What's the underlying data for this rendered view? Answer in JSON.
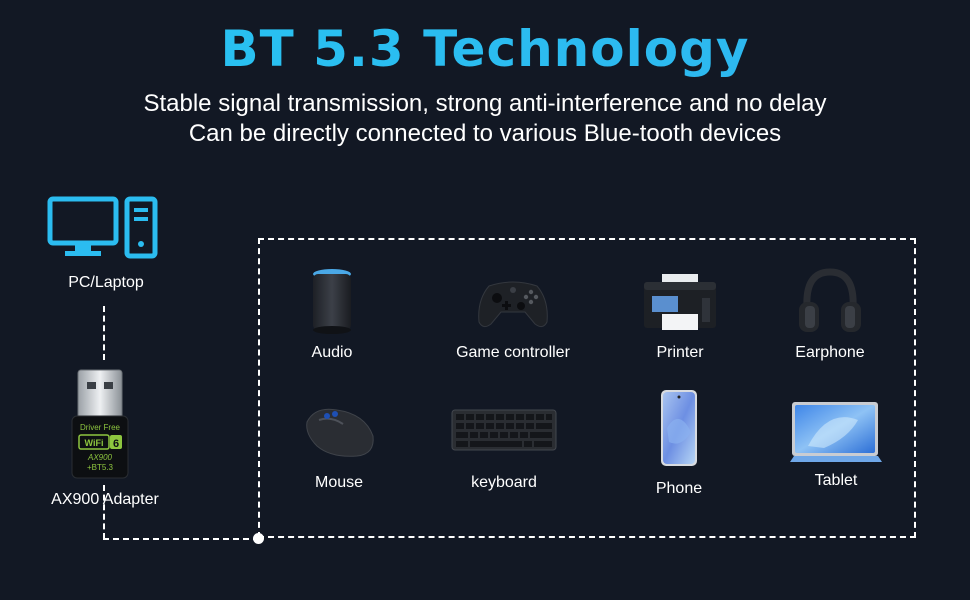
{
  "title": "BT 5.3  Technology",
  "subtitle_line1": "Stable signal transmission, strong anti-interference and no delay",
  "subtitle_line2": "Can be directly connected to various Blue-tooth devices",
  "pc_label": "PC/Laptop",
  "adapter_label": "AX900 Adapter",
  "adapter_text": {
    "driver": "Driver Free",
    "wifi": "WiFi",
    "six": "6",
    "model": "AX900",
    "bt": "+BT5.3"
  },
  "devices": [
    {
      "label": "Audio",
      "icon": "smart-speaker-icon"
    },
    {
      "label": "Game controller",
      "icon": "gamepad-icon"
    },
    {
      "label": "Printer",
      "icon": "printer-icon"
    },
    {
      "label": "Earphone",
      "icon": "headphones-icon"
    },
    {
      "label": "Mouse",
      "icon": "mouse-icon"
    },
    {
      "label": "keyboard",
      "icon": "keyboard-icon"
    },
    {
      "label": "Phone",
      "icon": "phone-icon"
    },
    {
      "label": "Tablet",
      "icon": "tablet-icon"
    }
  ],
  "colors": {
    "background": "#121824",
    "accent": "#2bbcf0",
    "adapter_green": "#8ec63f"
  }
}
